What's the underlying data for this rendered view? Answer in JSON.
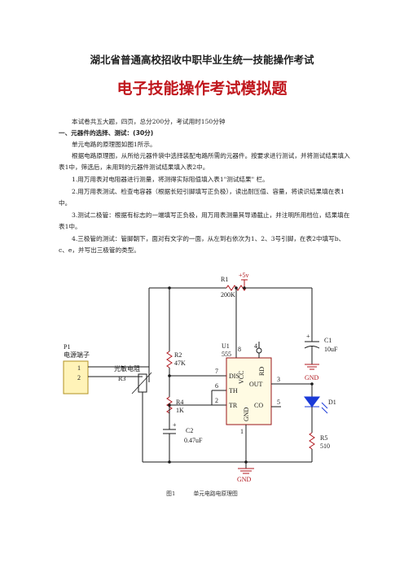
{
  "header": {
    "title": "湖北省普通高校招收中职毕业生统一技能操作考试",
    "subtitle": "电子技能操作考试模拟题"
  },
  "intro": "本试卷共五大题，四页，总分200分，考试用时150分钟",
  "section1": {
    "heading": "一、元器件的选择、测试：(30分)",
    "paragraphs": [
      "单元电路的原理图如图1所示。",
      "根据电路原理图，从所给元器件袋中选择装配电路所需的元器件。按要求进行测试，并将测试结果填入表1中，筛选后，未用到的元器件测试结果填入表2中。",
      "1.用万用表对电阻器进行测量，将测得实际阻值填入表1\"测试结果\" 栏。",
      "2.用万用表测试、检查电容器（根据长短引脚填写正负极），读出耐压值、容量，将读识结果填在表1中。",
      "3.测试二极管：根据有标志的一端填写正负极，用万用表测量其导通截止，并注明所用档位，结果填在表1中。",
      "4.三极管的测试：管脚朝下，面对有文字的一面，从左到右依次为1、2、3号引脚，在表2中填写b、c、e，并写出三极管的类型。"
    ]
  },
  "figure": {
    "caption_num": "图1",
    "caption_text": "单元电路电原理图",
    "labels": {
      "vcc": "+5v",
      "r1": "R1",
      "r1_val": "200K",
      "p1": "P1",
      "p1_name": "电源端子",
      "p1_pin1": "1",
      "p1_pin2": "2",
      "r3_name": "光敏电阻",
      "r3": "R3",
      "r2": "R2",
      "r2_val": "47K",
      "r4": "R4",
      "r4_val": "1K",
      "c2": "C2",
      "c2_val": "0.47uF",
      "u1": "U1",
      "u1_type": "555",
      "pin8": "8",
      "pin4": "4",
      "pin7": "7",
      "pin6": "6",
      "pin2": "2",
      "pin3": "3",
      "pin5": "5",
      "pin1": "1",
      "dis": "DIS",
      "th": "TH",
      "tr": "TR",
      "out": "OUT",
      "co": "CO",
      "vcc_pin": "VCC",
      "rd": "RD",
      "gnd_pin": "GND",
      "c1": "C1",
      "c1_val": "10uF",
      "d1": "D1",
      "r5": "R5",
      "r5_val": "510",
      "gnd": "GND",
      "plus": "+"
    }
  }
}
